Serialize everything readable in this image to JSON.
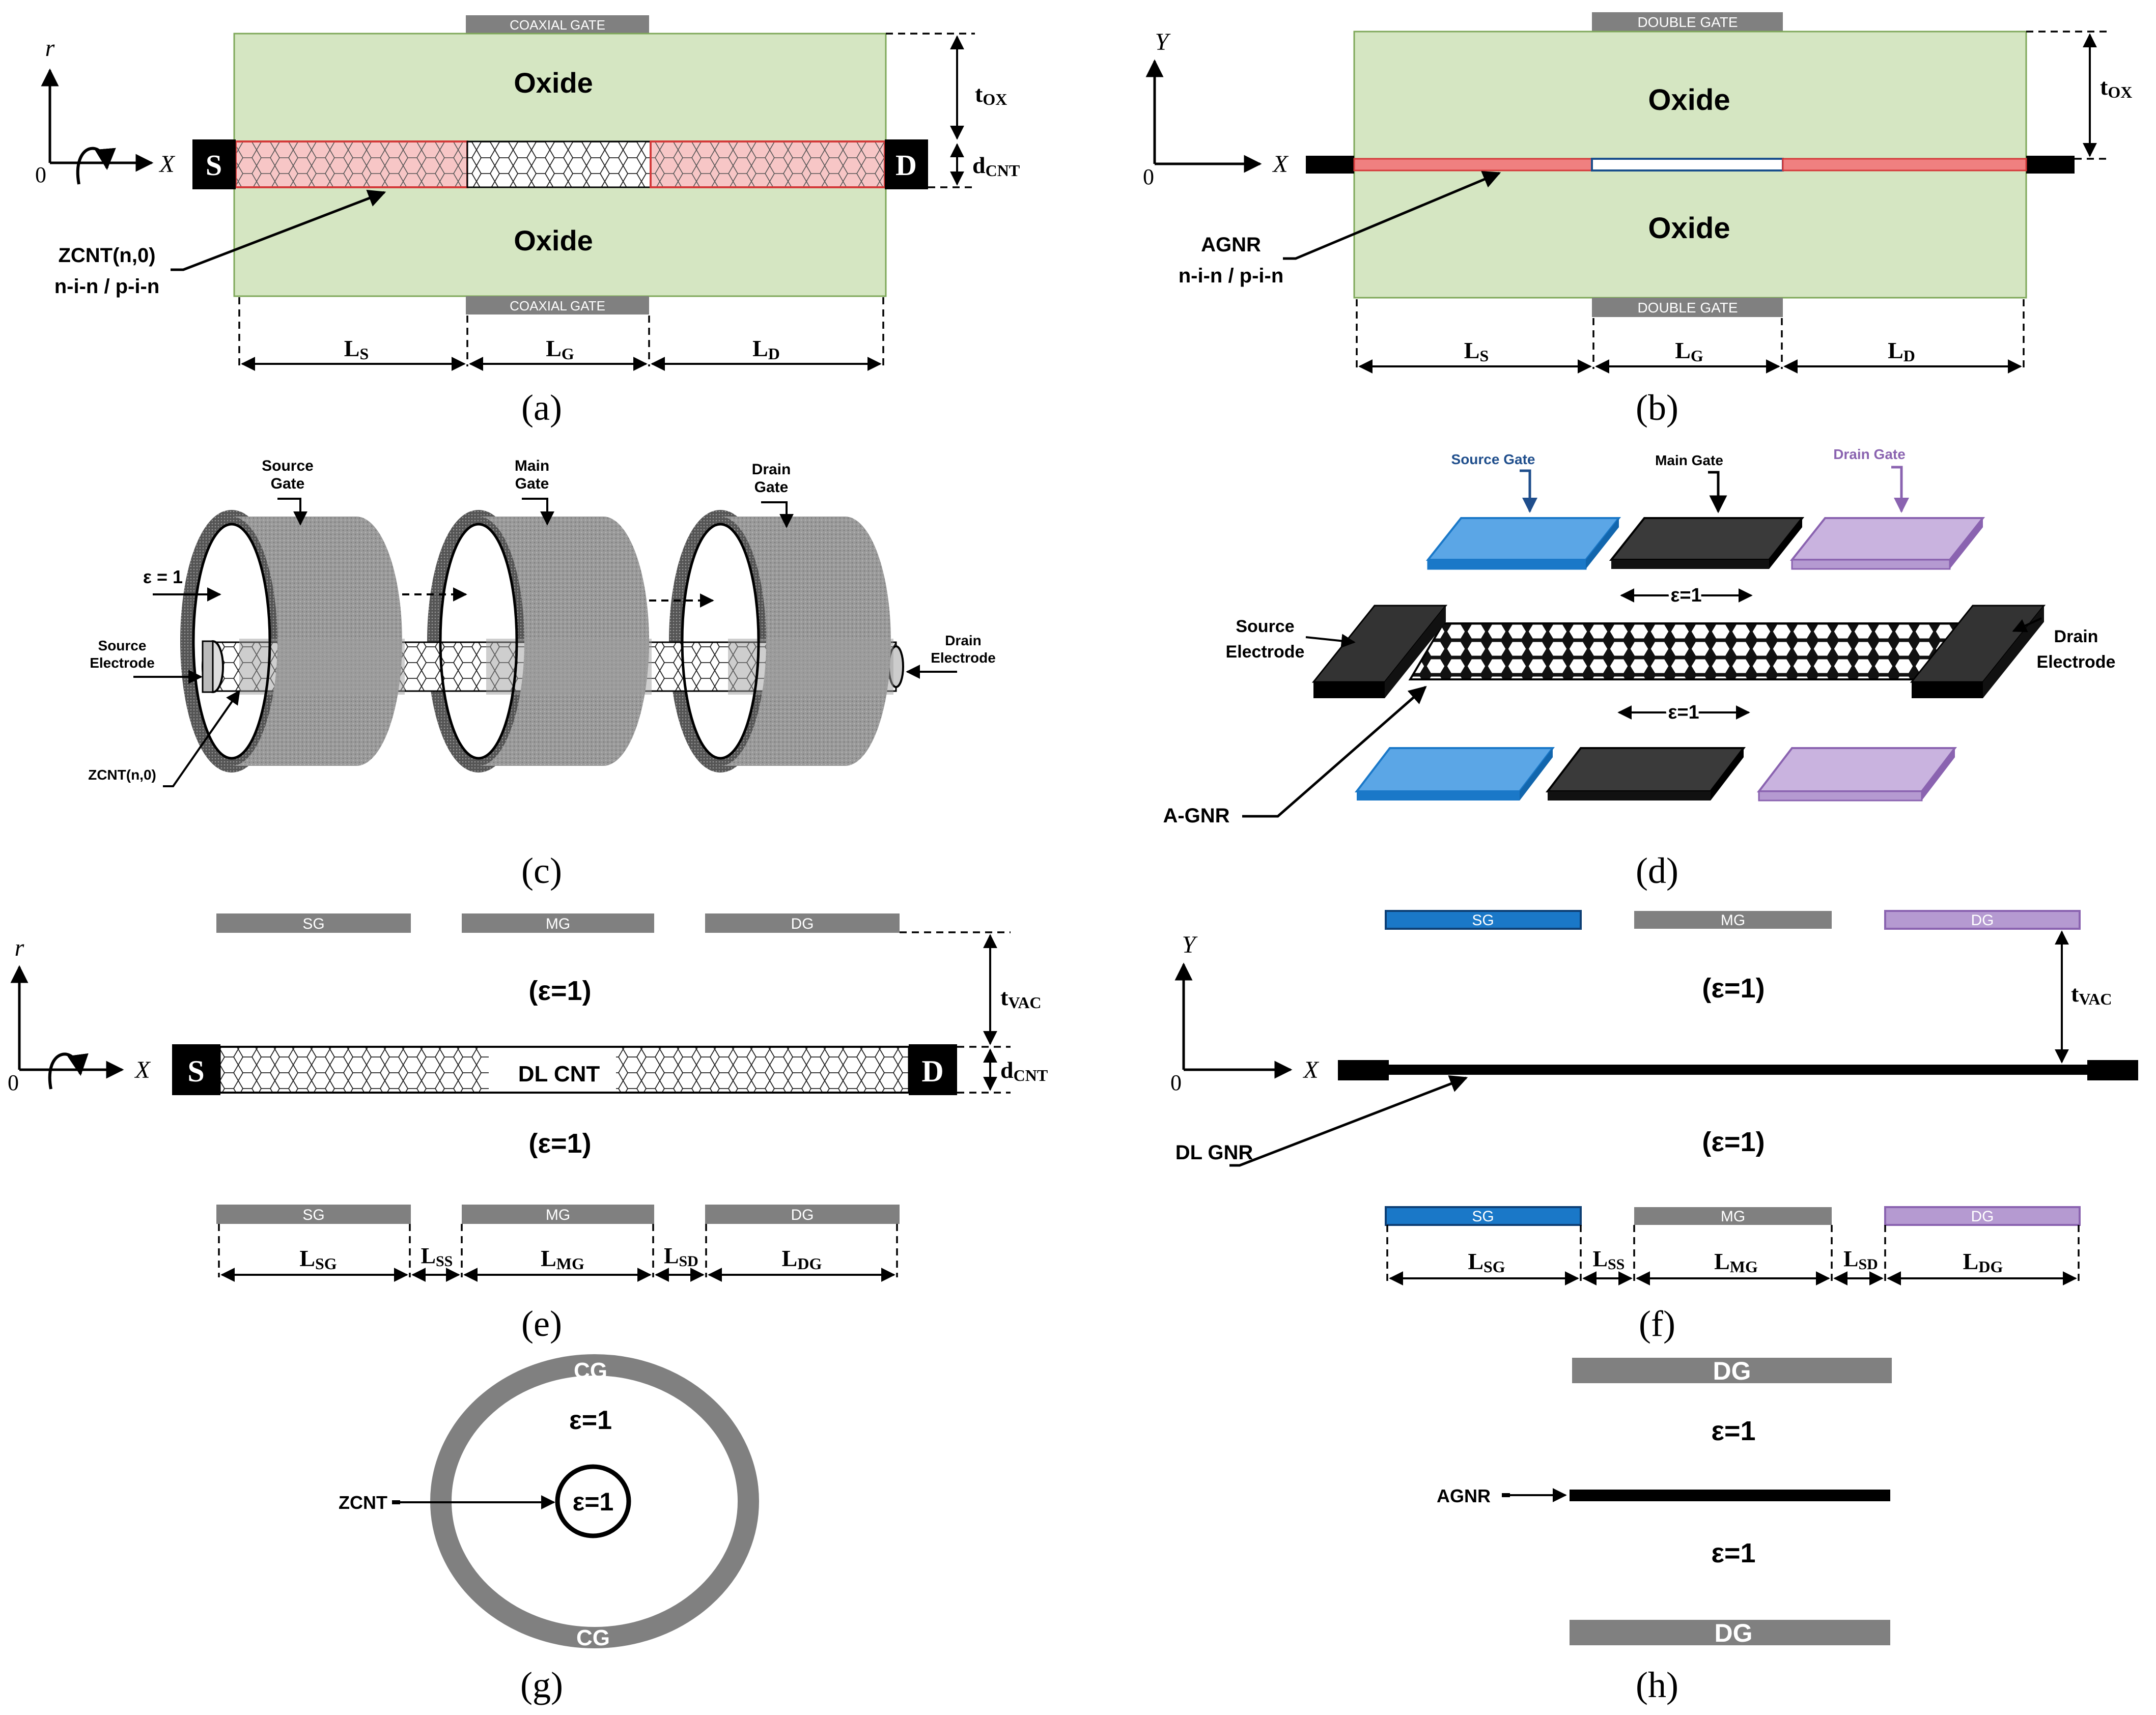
{
  "panels": {
    "a": {
      "caption": "(a)",
      "gate_top": "COAXIAL GATE",
      "gate_bottom": "COAXIAL GATE",
      "oxide_top": "Oxide",
      "oxide_bottom": "Oxide",
      "source": "S",
      "drain": "D",
      "axis_r": "r",
      "axis_x": "X",
      "origin": "0",
      "tox": "t",
      "tox_sub": "OX",
      "dcnt": "d",
      "dcnt_sub": "CNT",
      "label_line1": "ZCNT(n,0)",
      "label_line2": "n-i-n  /  p-i-n",
      "ls": "L",
      "ls_sub": "S",
      "lg": "L",
      "lg_sub": "G",
      "ld": "L",
      "ld_sub": "D"
    },
    "b": {
      "caption": "(b)",
      "gate_top": "DOUBLE GATE",
      "gate_bottom": "DOUBLE GATE",
      "oxide_top": "Oxide",
      "oxide_bottom": "Oxide",
      "axis_y": "Y",
      "axis_x": "X",
      "origin": "0",
      "tox": "t",
      "tox_sub": "OX",
      "label_line1": "AGNR",
      "label_line2": "n-i-n  /  p-i-n",
      "ls": "L",
      "ls_sub": "S",
      "lg": "L",
      "lg_sub": "G",
      "ld": "L",
      "ld_sub": "D"
    },
    "c": {
      "caption": "(c)",
      "source_gate_1": "Source",
      "source_gate_2": "Gate",
      "main_gate_1": "Main",
      "main_gate_2": "Gate",
      "drain_gate_1": "Drain",
      "drain_gate_2": "Gate",
      "eps": "ε = 1",
      "source_electrode_1": "Source",
      "source_electrode_2": "Electrode",
      "drain_electrode_1": "Drain",
      "drain_electrode_2": "Electrode",
      "zcnt": "ZCNT(n,0)"
    },
    "d": {
      "caption": "(d)",
      "source_gate": "Source Gate",
      "main_gate": "Main Gate",
      "drain_gate": "Drain Gate",
      "eps_top": "ε=1",
      "eps_bottom": "ε=1",
      "source_electrode_1": "Source",
      "source_electrode_2": "Electrode",
      "drain_electrode_1": "Drain",
      "drain_electrode_2": "Electrode",
      "agnr": "A-GNR"
    },
    "e": {
      "caption": "(e)",
      "sg": "SG",
      "mg": "MG",
      "dg": "DG",
      "eps_top": "(ε=1)",
      "eps_bottom": "(ε=1)",
      "source": "S",
      "drain": "D",
      "dlcnt": "DL CNT",
      "axis_r": "r",
      "axis_x": "X",
      "origin": "0",
      "tvac": "t",
      "tvac_sub": "VAC",
      "dcnt": "d",
      "dcnt_sub": "CNT",
      "lsg": "L",
      "lsg_sub": "SG",
      "lss": "L",
      "lss_sub": "SS",
      "lmg": "L",
      "lmg_sub": "MG",
      "lsd": "L",
      "lsd_sub": "SD",
      "ldg": "L",
      "ldg_sub": "DG"
    },
    "f": {
      "caption": "(f)",
      "sg": "SG",
      "mg": "MG",
      "dg": "DG",
      "eps_top": "(ε=1)",
      "eps_bottom": "(ε=1)",
      "axis_y": "Y",
      "axis_x": "X",
      "origin": "0",
      "tvac": "t",
      "tvac_sub": "VAC",
      "dlgnr": "DL GNR",
      "lsg": "L",
      "lsg_sub": "SG",
      "lss": "L",
      "lss_sub": "SS",
      "lmg": "L",
      "lmg_sub": "MG",
      "lsd": "L",
      "lsd_sub": "SD",
      "ldg": "L",
      "ldg_sub": "DG"
    },
    "g": {
      "caption": "(g)",
      "cg_top": "CG",
      "cg_bottom": "CG",
      "eps_outer": "ε=1",
      "eps_inner": "ε=1",
      "zcnt": "ZCNT"
    },
    "h": {
      "caption": "(h)",
      "dg_top": "DG",
      "dg_bottom": "DG",
      "eps_top": "ε=1",
      "eps_bottom": "ε=1",
      "agnr": "AGNR"
    }
  },
  "colors": {
    "oxide": "#d5e6c2",
    "oxide_border": "#7fa85a",
    "gate_gray": "#808080",
    "doped_pink": "#f7c6c6",
    "doped_border": "#d43a3a",
    "sg_blue": "#1a78c8",
    "sg_blue_light": "#5ba6e6",
    "dg_purple": "#8a63b0",
    "dg_purple_light": "#c9b3df",
    "mg_dark": "#3a3a3a",
    "source_gate_text": "#1f4e8c",
    "drain_gate_text": "#8a63b0"
  }
}
